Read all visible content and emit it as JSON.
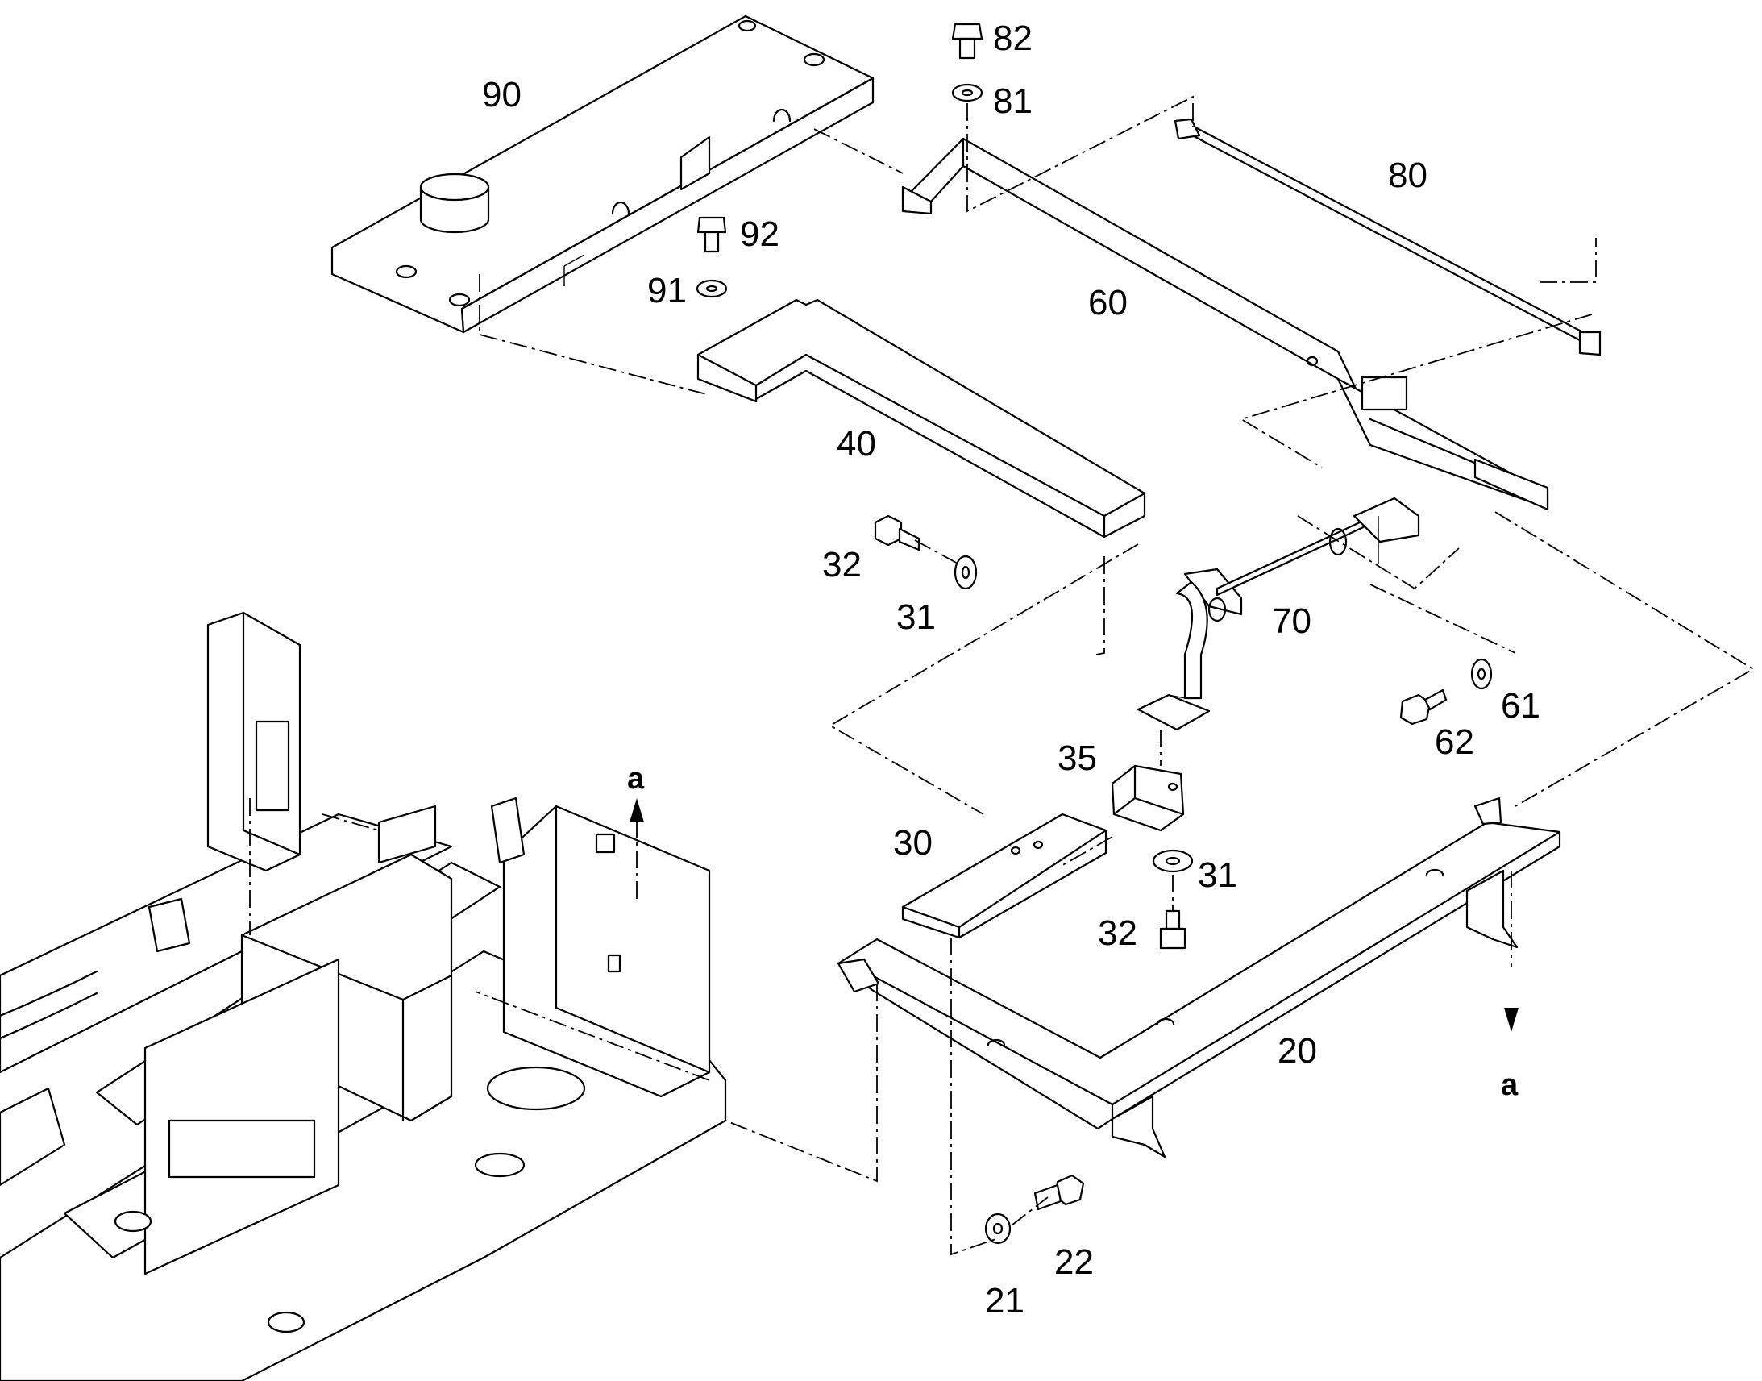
{
  "labels": {
    "p90": "90",
    "p82": "82",
    "p81": "81",
    "p80": "80",
    "p92": "92",
    "p91": "91",
    "p60": "60",
    "p40": "40",
    "p32a": "32",
    "p31a": "31",
    "p70": "70",
    "p61": "61",
    "p62": "62",
    "p35": "35",
    "p30": "30",
    "p31b": "31",
    "p32b": "32",
    "p20": "20",
    "p22": "22",
    "p21": "21",
    "ref_top": "a",
    "ref_bottom": "a"
  }
}
